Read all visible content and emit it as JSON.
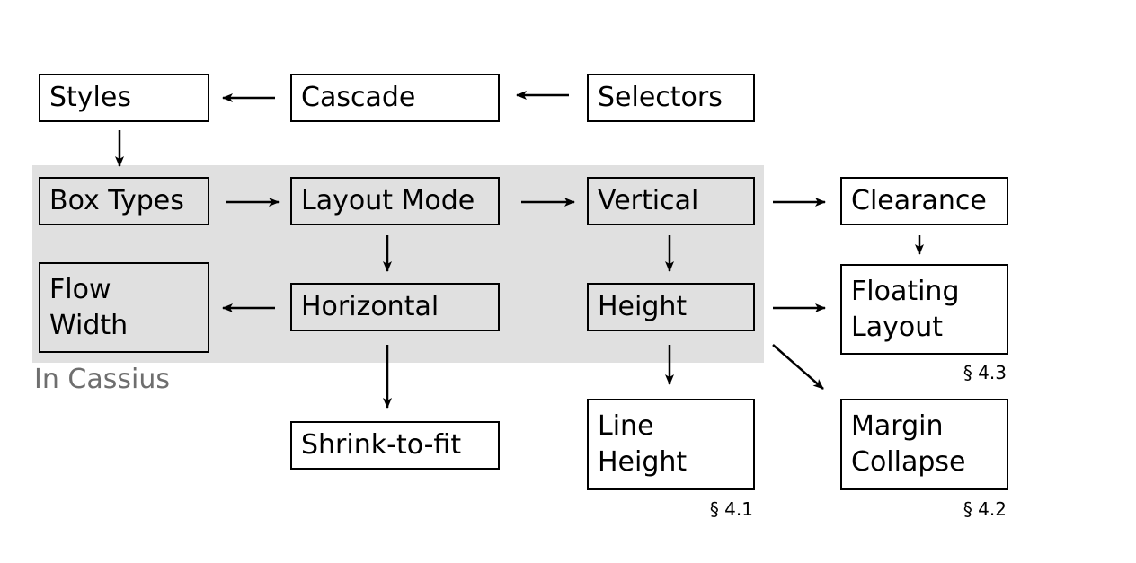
{
  "diagram": {
    "region_label": "In Cassius",
    "nodes": {
      "styles": "Styles",
      "cascade": "Cascade",
      "selectors": "Selectors",
      "box_types": "Box Types",
      "layout_mode": "Layout Mode",
      "vertical": "Vertical",
      "clearance": "Clearance",
      "flow_width": [
        "Flow",
        "Width"
      ],
      "horizontal": "Horizontal",
      "height": "Height",
      "floating_layout": [
        "Floating",
        "Layout"
      ],
      "shrink_to_fit": "Shrink-to-fit",
      "line_height": [
        "Line",
        "Height"
      ],
      "margin_collapse": [
        "Margin",
        "Collapse"
      ]
    },
    "section_refs": {
      "floating_layout": "§ 4.3",
      "line_height": "§ 4.1",
      "margin_collapse": "§ 4.2"
    },
    "edges": [
      {
        "from": "cascade",
        "to": "styles"
      },
      {
        "from": "selectors",
        "to": "cascade"
      },
      {
        "from": "styles",
        "to": "box_types"
      },
      {
        "from": "box_types",
        "to": "layout_mode"
      },
      {
        "from": "layout_mode",
        "to": "vertical"
      },
      {
        "from": "vertical",
        "to": "clearance"
      },
      {
        "from": "layout_mode",
        "to": "horizontal"
      },
      {
        "from": "vertical",
        "to": "height"
      },
      {
        "from": "clearance",
        "to": "floating_layout"
      },
      {
        "from": "horizontal",
        "to": "flow_width"
      },
      {
        "from": "height",
        "to": "floating_layout"
      },
      {
        "from": "horizontal",
        "to": "shrink_to_fit"
      },
      {
        "from": "height",
        "to": "line_height"
      },
      {
        "from": "height",
        "to": "margin_collapse"
      }
    ],
    "colors": {
      "region_fill": "#e0e0e0",
      "region_label": "#6e6e6e",
      "stroke": "#000000",
      "box_fill": "#ffffff"
    }
  }
}
